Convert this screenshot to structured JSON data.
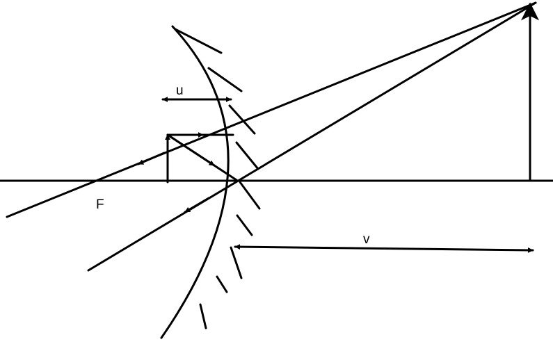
{
  "labels": {
    "object_distance": "u",
    "image_distance": "v",
    "focus": "F"
  }
}
